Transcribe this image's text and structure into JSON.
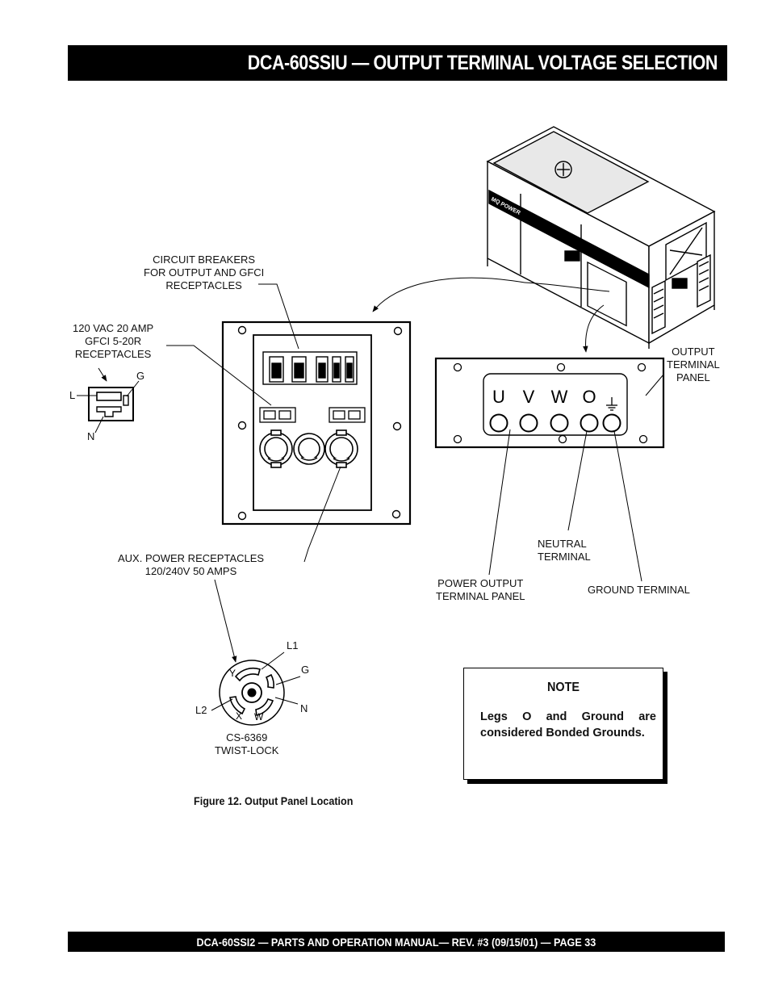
{
  "header": {
    "title": "DCA-60SSIU — OUTPUT TERMINAL VOLTAGE SELECTION"
  },
  "labels": {
    "circuit_breakers": [
      "CIRCUIT BREAKERS",
      "FOR OUTPUT AND GFCI",
      "RECEPTACLES"
    ],
    "gfci_receptacles": [
      "120 VAC 20 AMP",
      "GFCI 5-20R",
      "RECEPTACLES"
    ],
    "gfci_pin_l": "L",
    "gfci_pin_g": "G",
    "gfci_pin_n": "N",
    "aux_receptacles": [
      "AUX. POWER RECEPTACLES",
      "120/240V 50 AMPS"
    ],
    "twistlock_l1": "L1",
    "twistlock_g": "G",
    "twistlock_l2": "L2",
    "twistlock_n": "N",
    "twistlock_y": "Y",
    "twistlock_x": "X",
    "twistlock_w": "W",
    "twistlock_name": [
      "CS-6369",
      "TWIST-LOCK"
    ],
    "output_terminal_panel": [
      "OUTPUT",
      "TERMINAL",
      "PANEL"
    ],
    "terminal_u": "U",
    "terminal_v": "V",
    "terminal_w": "W",
    "terminal_o": "O",
    "neutral_terminal": [
      "NEUTRAL",
      "TERMINAL"
    ],
    "power_output_panel": [
      "POWER OUTPUT",
      "TERMINAL PANEL"
    ],
    "ground_terminal": "GROUND TERMINAL",
    "generator_brand": "MQ POWER"
  },
  "caption": "Figure 12.  Output Panel Location",
  "note": {
    "title": "NOTE",
    "body": "Legs  O  and  Ground  are considered Bonded Grounds."
  },
  "footer": {
    "text": "DCA-60SSI2 — PARTS AND OPERATION  MANUAL— REV. #3  (09/15/01) — PAGE 33"
  }
}
